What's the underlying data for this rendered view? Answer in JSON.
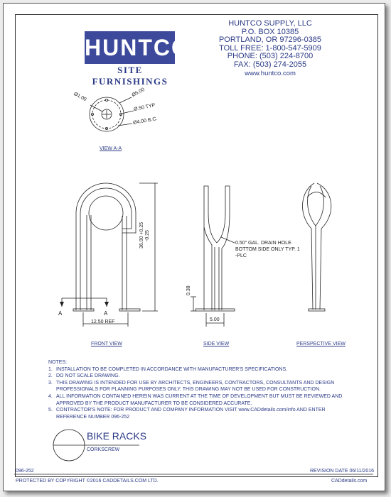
{
  "logo": {
    "brand": "HUNTCO",
    "tagline": "SITE FURNISHINGS"
  },
  "company": {
    "name": "HUNTCO SUPPLY, LLC",
    "po_box": "P.O. BOX 10385",
    "city": "PORTLAND, OR 97296-0385",
    "toll_free": "TOLL FREE: 1-800-547-5909",
    "phone": "PHONE: (503) 224-8700",
    "fax": "FAX: (503) 274-2055",
    "website": "www.huntco.com"
  },
  "view_a": {
    "title": "VIEW A-A",
    "dim_hole": "Ø1.00",
    "dim_plate": "Ø5.00",
    "dim_bolt": "Ø.50 TYP",
    "dim_bc": "Ø4.00 B.C."
  },
  "front_view": {
    "title": "FRONT VIEW",
    "height_dim": "36.00 +0.25",
    "height_tol": "-0.25",
    "width_dim": "12.50 REF",
    "section_left": "A",
    "section_right": "A"
  },
  "side_view": {
    "title": "SIDE VIEW",
    "callout_1": "0.50\" GAL. DRAIN HOLE",
    "callout_2": "BOTTOM SIDE ONLY TYP. 1",
    "callout_3": "-PLC",
    "base_dim": "0.38",
    "width_dim": "5.00"
  },
  "perspective_view": {
    "title": "PERSPECTIVE VIEW"
  },
  "notes": {
    "heading": "NOTES:",
    "items": [
      {
        "num": "1.",
        "lines": [
          "INSTALLATION TO BE COMPLETED IN ACCORDANCE WITH MANUFACTURER'S SPECIFICATIONS."
        ]
      },
      {
        "num": "2.",
        "lines": [
          "DO NOT SCALE DRAWING."
        ]
      },
      {
        "num": "3.",
        "lines": [
          "THIS DRAWING IS INTENDED FOR USE BY ARCHITECTS, ENGINEERS, CONTRACTORS, CONSULTANTS AND DESIGN",
          "PROFESSIONALS FOR PLANNING PURPOSES ONLY.  THIS DRAWING MAY NOT BE USED FOR CONSTRUCTION."
        ]
      },
      {
        "num": "4.",
        "lines": [
          "ALL INFORMATION CONTAINED HEREIN WAS CURRENT AT THE TIME OF DEVELOPMENT BUT MUST BE REVIEWED AND",
          "APPROVED BY THE PRODUCT MANUFACTURER TO BE CONSIDERED ACCURATE."
        ]
      },
      {
        "num": "5.",
        "lines": [
          "CONTRACTOR'S NOTE: FOR PRODUCT AND COMPANY INFORMATION VISIT www.CADdetails.com/info AND ENTER",
          "REFERENCE NUMBER 096-252"
        ]
      }
    ]
  },
  "title_block": {
    "title": "BIKE RACKS",
    "subtitle": "CORKSCREW"
  },
  "footer": {
    "ref_number": "096-252",
    "revision": "REVISION DATE 06/11/2016",
    "copyright": "PROTECTED BY COPYRIGHT ©2016 CADDETAILS.COM LTD.",
    "site": "CADdetails.com"
  },
  "colors": {
    "ink": "#2b3a86",
    "logo_bg": "#3d4a9c",
    "line": "#222222"
  }
}
